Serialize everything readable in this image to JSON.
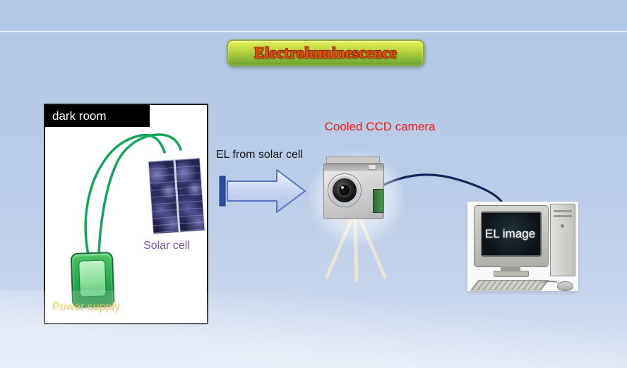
{
  "slide": {
    "title": "Electroluminescence"
  },
  "dark_room": {
    "label": "dark room",
    "solar_cell_label": "Solar cell",
    "power_supply_label": "Power supply"
  },
  "flow": {
    "arrow_label": "EL from solar cell"
  },
  "camera": {
    "label": "Cooled CCD camera"
  },
  "computer": {
    "screen_label": "EL image"
  },
  "colors": {
    "background": "#bccfe8",
    "title_text": "#e8500e",
    "title_banner_top": "#e4ee56",
    "title_banner_bottom": "#6fa22e",
    "dark_room_header_bg": "#000000",
    "wire_green": "#17a659",
    "solar_cell_label": "#7e57b4",
    "power_supply_body": "#27a84c",
    "power_supply_label": "#e9b427",
    "camera_label": "#fb1414",
    "arrow_fill": "#ccd8f2",
    "arrow_border": "#5c74c4",
    "arrow_tail_bar": "#2c4da0",
    "cable": "#16245e"
  }
}
